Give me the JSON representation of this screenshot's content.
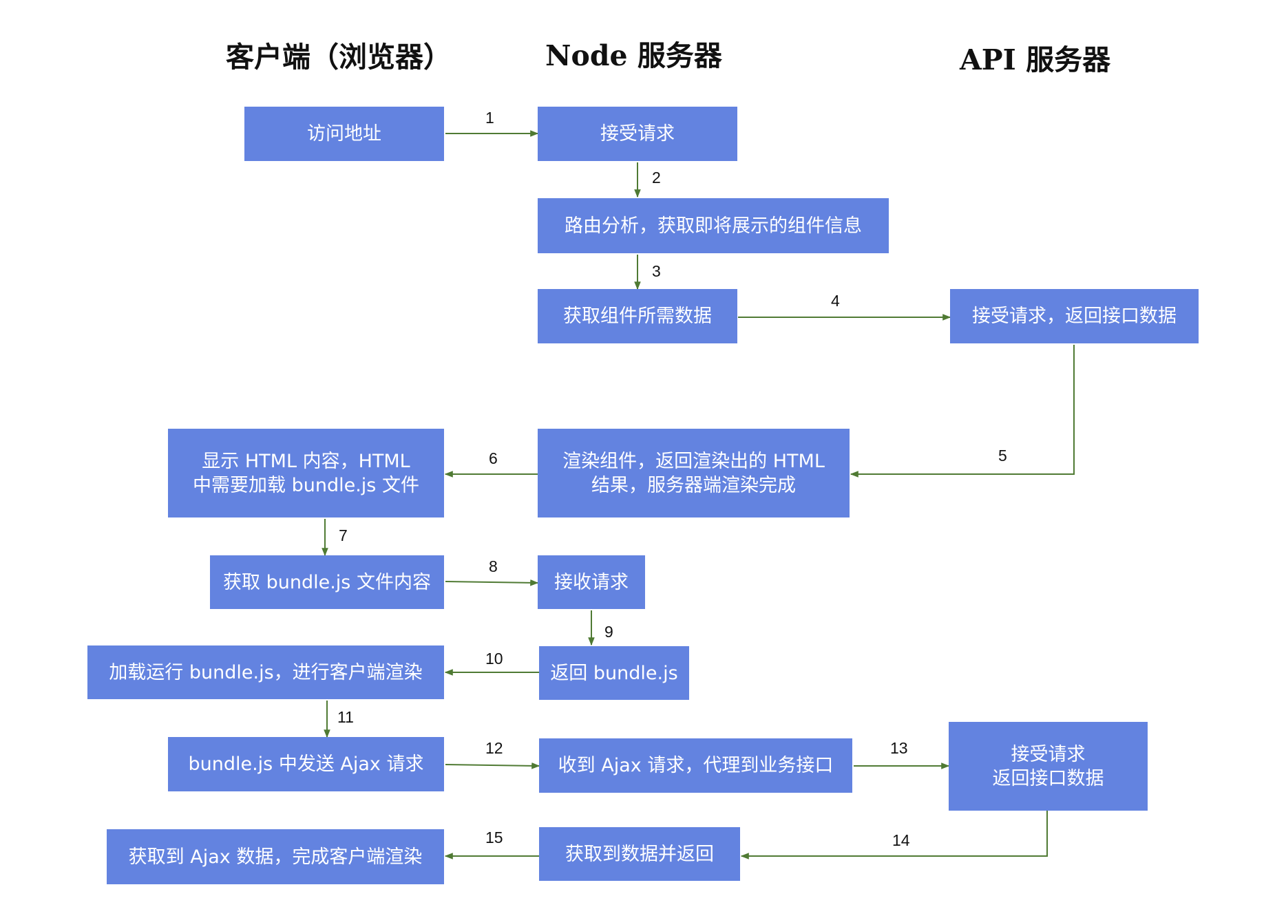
{
  "columns": {
    "client": "客户端（浏览器）",
    "node": "Node  服务器",
    "api": "API  服务器"
  },
  "nodes": {
    "visit": "访问地址",
    "accept1": "接受请求",
    "route": "路由分析，获取即将展示的组件信息",
    "fetch_data": "获取组件所需数据",
    "api1": "接受请求，返回接口数据",
    "render": "渲染组件，返回渲染出的 HTML\n结果，服务器端渲染完成",
    "show_html": "显示 HTML 内容，HTML\n中需要加载 bundle.js 文件",
    "get_bundle": "获取 bundle.js 文件内容",
    "receive": "接收请求",
    "return_bundle": "返回 bundle.js",
    "run_bundle": "加载运行 bundle.js，进行客户端渲染",
    "ajax": "bundle.js 中发送 Ajax 请求",
    "proxy": "收到 Ajax 请求，代理到业务接口",
    "api2": "接受请求\n返回接口数据",
    "got_data": "获取到数据并返回",
    "final": "获取到 Ajax 数据，完成客户端渲染"
  },
  "steps": [
    "1",
    "2",
    "3",
    "4",
    "5",
    "6",
    "7",
    "8",
    "9",
    "10",
    "11",
    "12",
    "13",
    "14",
    "15"
  ],
  "colors": {
    "box_fill": "#6383e0",
    "box_text": "#ffffff",
    "edge": "#4f7a33"
  }
}
